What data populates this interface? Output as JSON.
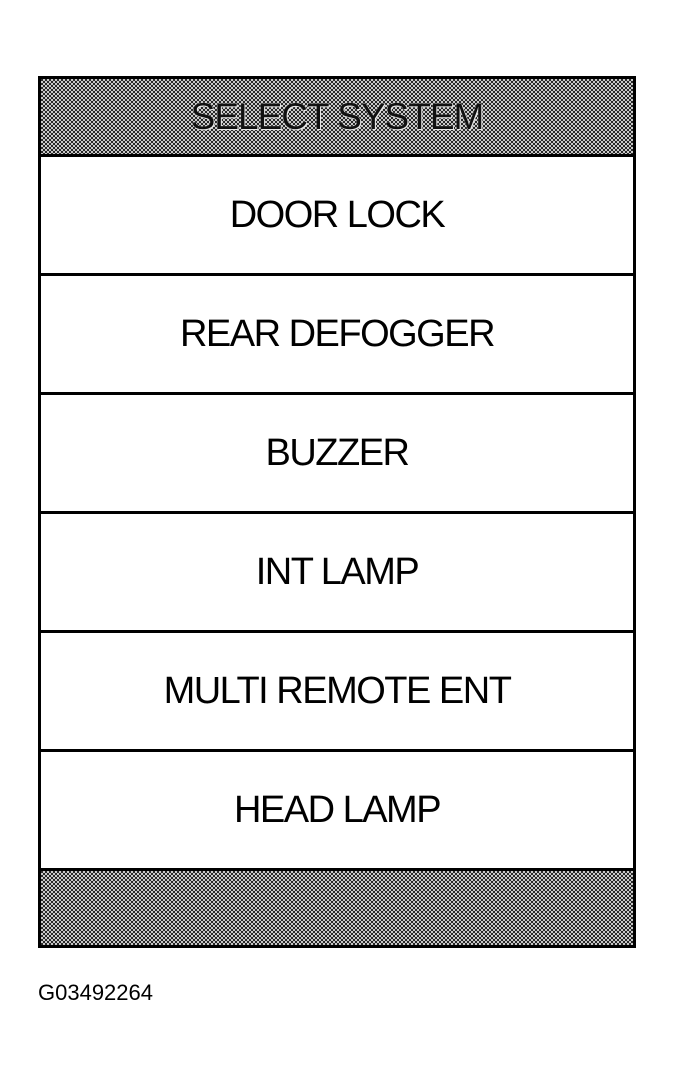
{
  "screen": {
    "title": "SELECT SYSTEM",
    "items": [
      {
        "label": "DOOR LOCK"
      },
      {
        "label": "REAR DEFOGGER"
      },
      {
        "label": "BUZZER"
      },
      {
        "label": "INT LAMP"
      },
      {
        "label": "MULTI REMOTE ENT"
      },
      {
        "label": "HEAD LAMP"
      }
    ]
  },
  "figure_id": "G03492264"
}
